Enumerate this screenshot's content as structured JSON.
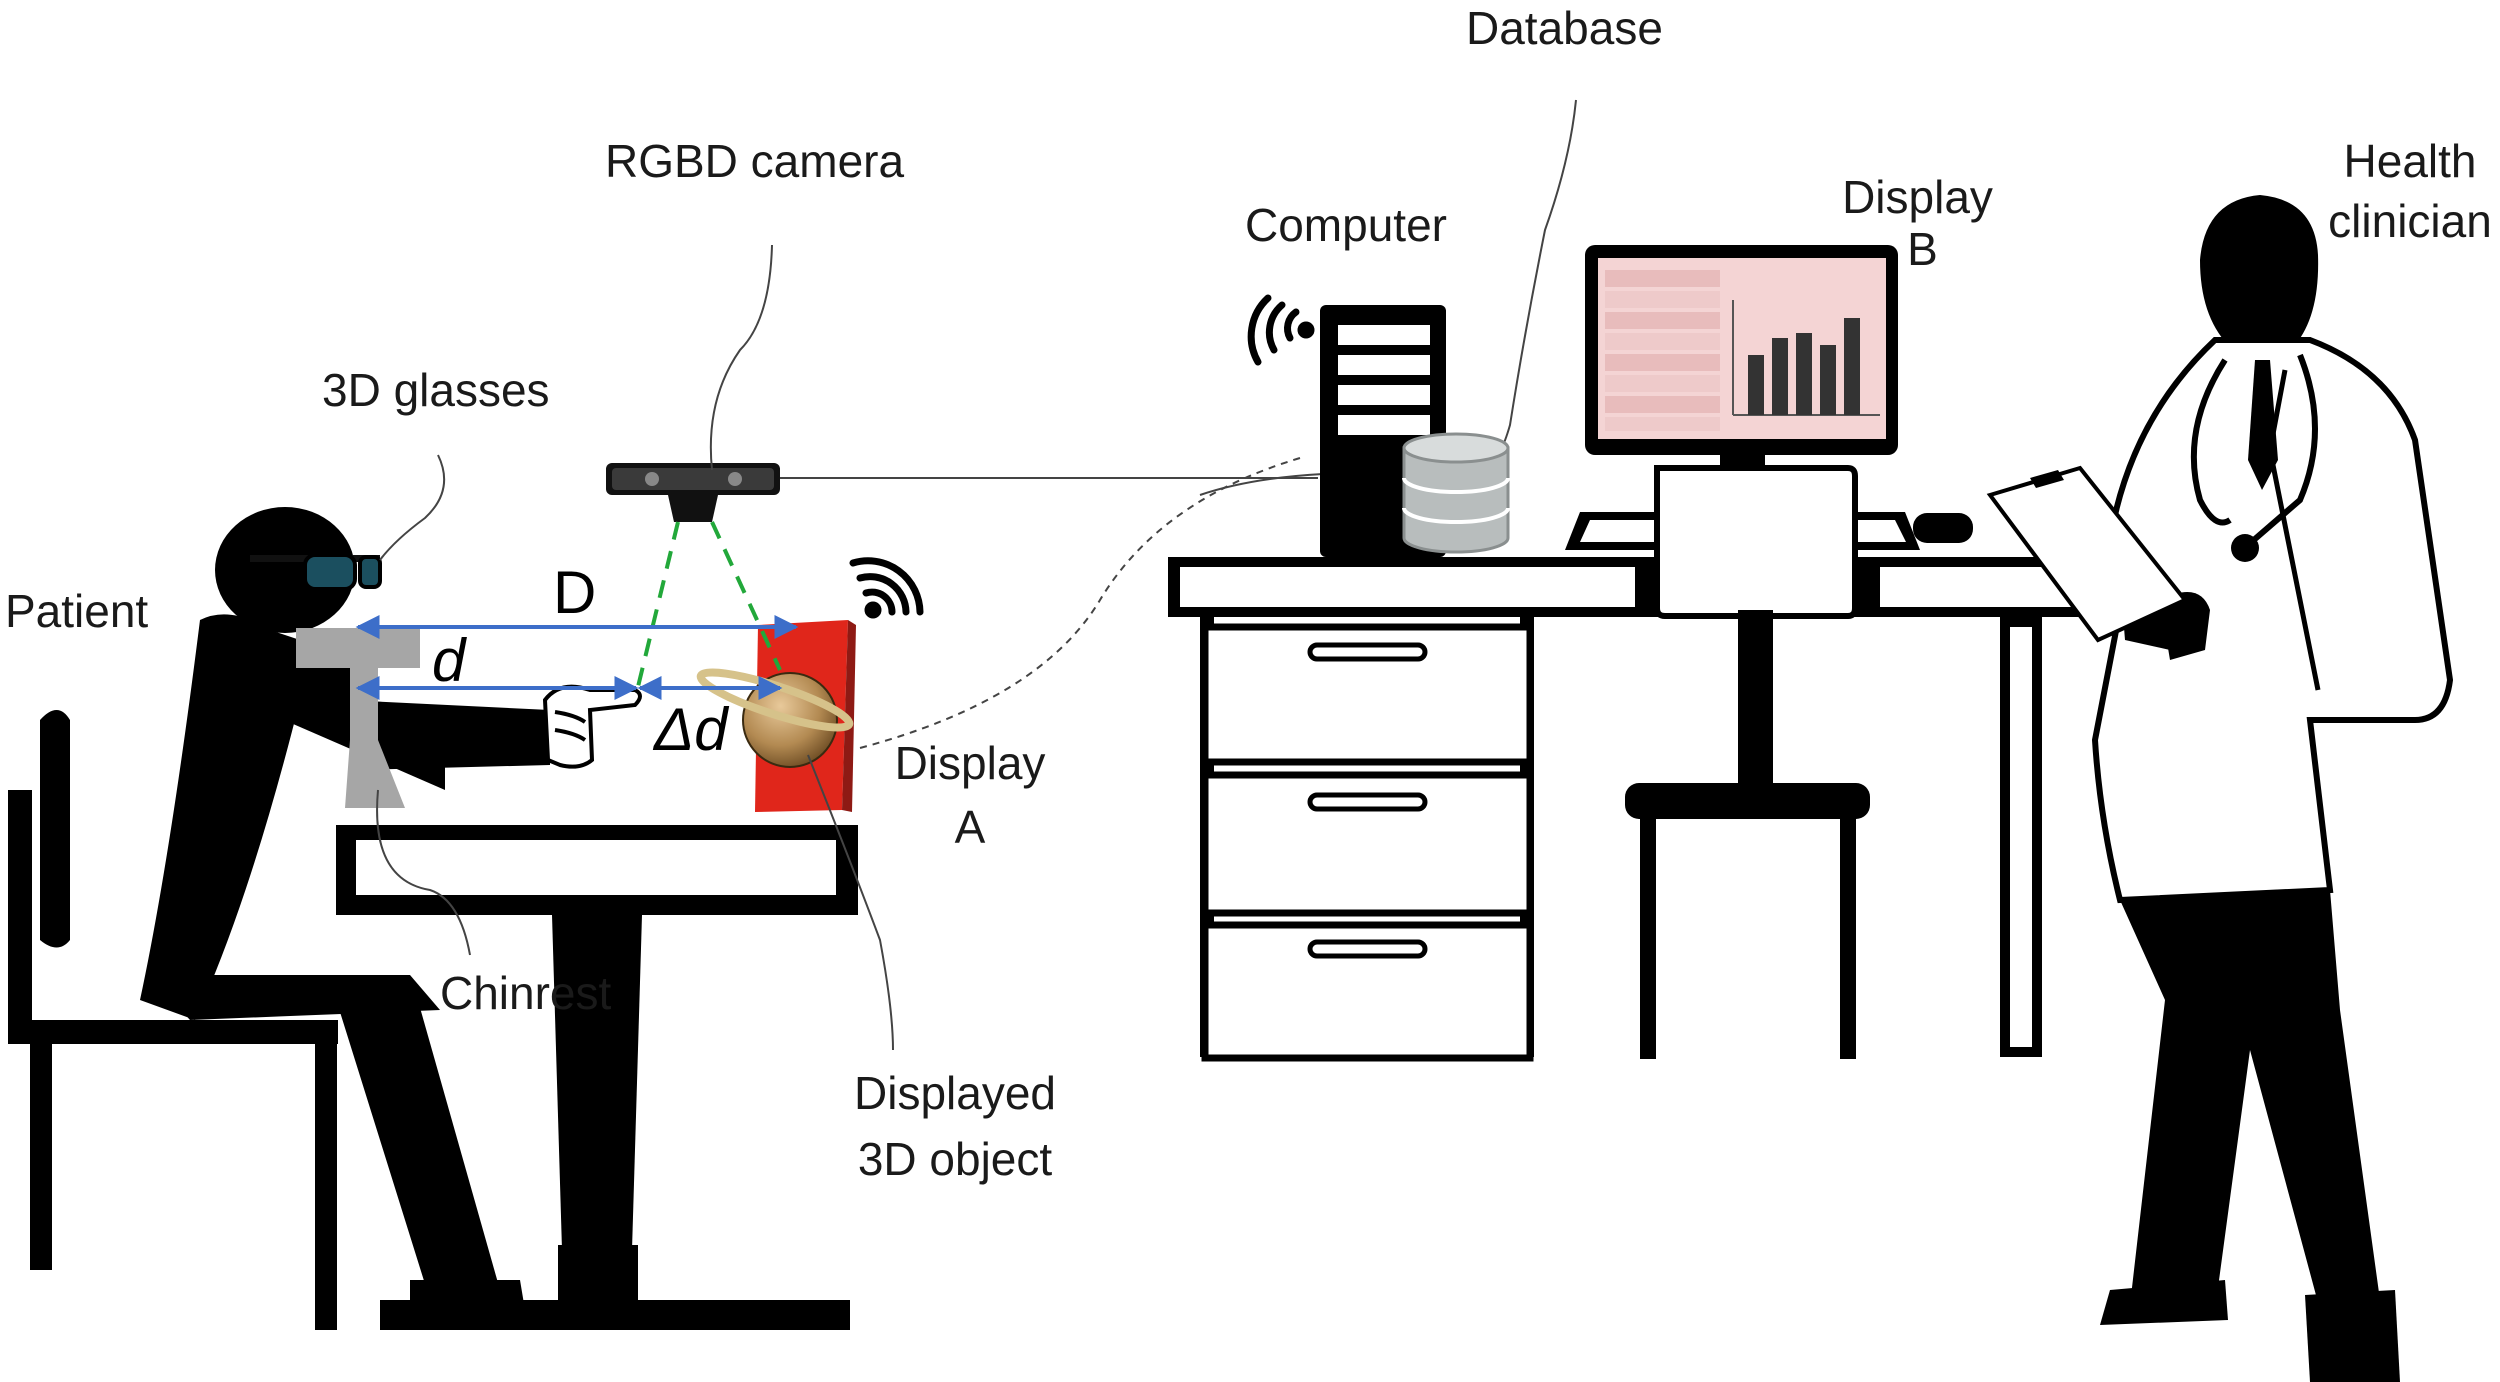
{
  "labels": {
    "database": "Database",
    "rgbd_camera": "RGBD camera",
    "computer": "Computer",
    "display_b": [
      "Display",
      "B"
    ],
    "health_clinician": [
      "Health",
      "clinician"
    ],
    "glasses_3d": "3D glasses",
    "patient": "Patient",
    "display_a": [
      "Display",
      "A"
    ],
    "chinrest": "Chinrest",
    "displayed_object": [
      "Displayed",
      "3D object"
    ]
  },
  "measures": {
    "D": "D",
    "d": "d",
    "delta_d": "Δd"
  },
  "colors": {
    "silhouette": "#000000",
    "arrow_blue": "#3d6ec9",
    "camera_beam": "#22a83a",
    "display_a_red": "#e0261b",
    "chinrest_gray": "#a6a6a6",
    "screen_pink": "#f4d4d4",
    "database_gray": "#b8bdbd"
  },
  "icons": [
    "wifi-icon",
    "database-icon",
    "bar-chart-icon",
    "planet-icon"
  ]
}
